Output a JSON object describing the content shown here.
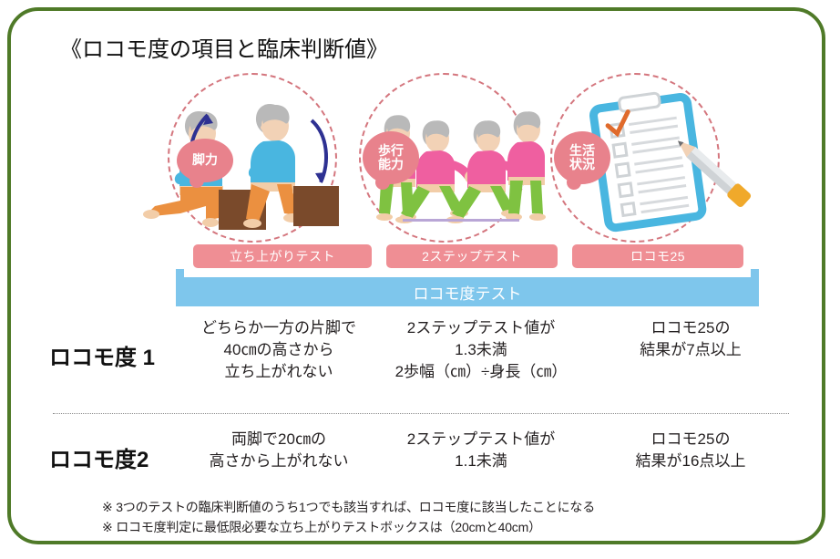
{
  "title": "《ロコモ度の項目と臨床判断値》",
  "circles": [
    {
      "badge_label": "脚力",
      "illustration": "person-standing-from-box-icon"
    },
    {
      "badge_label": "歩行\n能力",
      "badge_line1": "歩行",
      "badge_line2": "能力",
      "illustration": "walking-people-two-step-icon"
    },
    {
      "badge_label": "生活\n状況",
      "badge_line1": "生活",
      "badge_line2": "状況",
      "illustration": "clipboard-checklist-pencil-icon"
    }
  ],
  "test_bars": [
    {
      "label": "立ち上がりテスト"
    },
    {
      "label": "2ステップテスト"
    },
    {
      "label": "ロコモ25"
    }
  ],
  "group_bar": {
    "label": "ロコモ度テスト"
  },
  "criteria_rows": [
    {
      "label": "ロコモ度 1",
      "cells": [
        {
          "lines": [
            "どちらか一方の片脚で",
            "40㎝の高さから",
            "立ち上がれない"
          ]
        },
        {
          "lines": [
            "2ステップテスト値が",
            "1.3未満",
            "2歩幅（㎝）÷身長（㎝）"
          ]
        },
        {
          "lines": [
            "ロコモ25の",
            "結果が7点以上"
          ]
        }
      ]
    },
    {
      "label": "ロコモ度2",
      "cells": [
        {
          "lines": [
            "両脚で20㎝の",
            "高さから上がれない"
          ]
        },
        {
          "lines": [
            "2ステップテスト値が",
            "1.1未満"
          ]
        },
        {
          "lines": [
            "ロコモ25の",
            "結果が16点以上"
          ]
        }
      ]
    }
  ],
  "footnotes": [
    "※  3つのテストの臨床判断値のうち1つでも該当すれば、ロコモ度に該当したことになる",
    "※  ロコモ度判定に最低限必要な立ち上がりテストボックスは（20cmと40cm）"
  ],
  "colors": {
    "border_green": "#4f7a28",
    "badge_pink": "#e8828c",
    "bar_pink": "#ef8e94",
    "bar_blue": "#7ec6ec",
    "dashed_circle": "#d4767e",
    "shirt_blue": "#49b6e0",
    "pants_orange": "#eb9040",
    "box_brown": "#7a4a2b",
    "shirt_magenta": "#ef5fa0",
    "pants_green": "#7fc241",
    "arrow_red": "#c1121f",
    "clipboard_blue": "#49b6e0",
    "pencil_yellow": "#f0a92b"
  }
}
